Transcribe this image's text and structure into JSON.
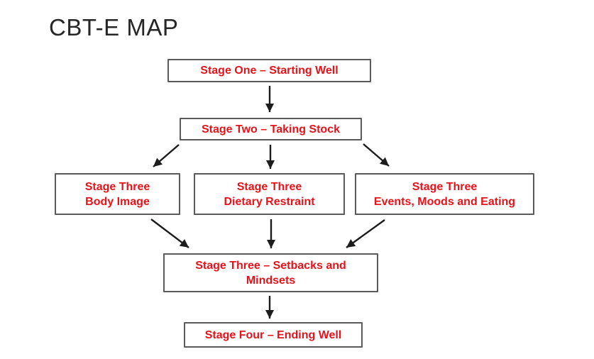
{
  "title": "CBT-E MAP",
  "colors": {
    "background": "#ffffff",
    "title_text": "#262626",
    "box_text": "#e8131a",
    "box_border": "#5a5a5a",
    "arrow": "#1c1c1c"
  },
  "diagram": {
    "type": "flowchart",
    "nodes": [
      {
        "id": "stage-one",
        "lines": [
          "Stage One – Starting Well"
        ]
      },
      {
        "id": "stage-two",
        "lines": [
          "Stage Two – Taking Stock"
        ]
      },
      {
        "id": "stage-three-body-image",
        "lines": [
          "Stage Three",
          "Body Image"
        ]
      },
      {
        "id": "stage-three-dietary-restraint",
        "lines": [
          "Stage Three",
          "Dietary Restraint"
        ]
      },
      {
        "id": "stage-three-events-moods-eating",
        "lines": [
          "Stage Three",
          "Events, Moods and Eating"
        ]
      },
      {
        "id": "stage-three-setbacks-mindsets",
        "lines": [
          "Stage Three – Setbacks and",
          "Mindsets"
        ]
      },
      {
        "id": "stage-four",
        "lines": [
          "Stage Four – Ending Well"
        ]
      }
    ],
    "edges": [
      {
        "from": "stage-one",
        "to": "stage-two"
      },
      {
        "from": "stage-two",
        "to": "stage-three-body-image"
      },
      {
        "from": "stage-two",
        "to": "stage-three-dietary-restraint"
      },
      {
        "from": "stage-two",
        "to": "stage-three-events-moods-eating"
      },
      {
        "from": "stage-three-body-image",
        "to": "stage-three-setbacks-mindsets"
      },
      {
        "from": "stage-three-dietary-restraint",
        "to": "stage-three-setbacks-mindsets"
      },
      {
        "from": "stage-three-events-moods-eating",
        "to": "stage-three-setbacks-mindsets"
      },
      {
        "from": "stage-three-setbacks-mindsets",
        "to": "stage-four"
      }
    ]
  }
}
